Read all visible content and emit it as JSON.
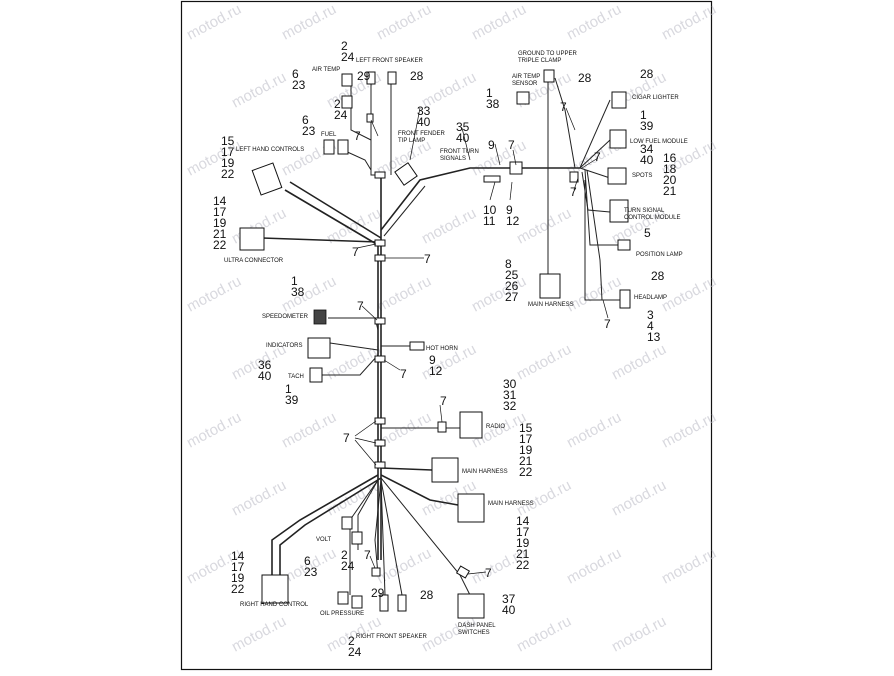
{
  "watermark": "motod.ru",
  "components": {
    "left_front_speaker": "LEFT FRONT SPEAKER",
    "air_temp_left": "AIR TEMP",
    "fuel": "FUEL",
    "left_hand_controls": "LEFT HAND CONTROLS",
    "front_fender_tip_lamp": "FRONT FENDER TIP LAMP",
    "front_turn_signals": "FRONT TURN SIGNALS",
    "ground_upper_clamp": "GROUND TO UPPER TRIPLE CLAMP",
    "air_temp_sensor": "AIR TEMP SENSOR",
    "cigar_lighter": "CIGAR LIGHTER",
    "low_fuel_module": "LOW FUEL MODULE",
    "spots": "SPOTS",
    "turn_signal_control_module": "TURN SIGNAL CONTROL MODULE",
    "position_lamp": "POSITION LAMP",
    "headlamp": "HEADLAMP",
    "main_harness_top": "MAIN HARNESS",
    "ultra_connector": "ULTRA CONNECTOR",
    "speedometer": "SPEEDOMETER",
    "indicators": "INDICATORS",
    "tach": "TACH",
    "hot_horn": "HOT HORN",
    "radio": "RADIO",
    "main_harness_mid": "MAIN HARNESS",
    "main_harness_low": "MAIN HARNESS",
    "volt": "VOLT",
    "oil_pressure": "OIL PRESSURE",
    "right_hand_control": "RIGHT HAND CONTROL",
    "right_front_speaker": "RIGHT FRONT SPEAKER",
    "dash_panel_switches": "DASH PANEL SWITCHES"
  },
  "callouts": {
    "c_2_24_top": [
      "2",
      "24"
    ],
    "c_29_top": [
      "29"
    ],
    "c_28_top": [
      "28"
    ],
    "c_6_23_top": [
      "6",
      "23"
    ],
    "c_2_24_mid": [
      "2",
      "24"
    ],
    "c_7_a": [
      "7"
    ],
    "c_6_23_fuel": [
      "6",
      "23"
    ],
    "c_33_40": [
      "33",
      "40"
    ],
    "c_35_40": [
      "35",
      "40"
    ],
    "c_15_22_lhc": [
      "15",
      "17",
      "19",
      "22"
    ],
    "c_9_a": [
      "9"
    ],
    "c_7_b": [
      "7"
    ],
    "c_1_38_air": [
      "1",
      "38"
    ],
    "c_28_air": [
      "28"
    ],
    "c_7_c": [
      "7"
    ],
    "c_28_cigar": [
      "28"
    ],
    "c_1_39_cigar": [
      "1",
      "39"
    ],
    "c_7_d": [
      "7"
    ],
    "c_34_40": [
      "34",
      "40"
    ],
    "c_16_21": [
      "16",
      "18",
      "20",
      "21"
    ],
    "c_7_e": [
      "7"
    ],
    "c_10_11": [
      "10",
      "11"
    ],
    "c_9_12_top": [
      "9",
      "12"
    ],
    "c_5": [
      "5"
    ],
    "c_28_pos": [
      "28"
    ],
    "c_8_27": [
      "8",
      "25",
      "26",
      "27"
    ],
    "c_7_f": [
      "7"
    ],
    "c_3_13": [
      "3",
      "4",
      "13"
    ],
    "c_14_22_ultra": [
      "14",
      "17",
      "19",
      "21",
      "22"
    ],
    "c_7_g": [
      "7"
    ],
    "c_7_h": [
      "7"
    ],
    "c_1_38_speedo": [
      "1",
      "38"
    ],
    "c_7_i": [
      "7"
    ],
    "c_36_40": [
      "36",
      "40"
    ],
    "c_1_39_tach": [
      "1",
      "39"
    ],
    "c_9_12_horn": [
      "9",
      "12"
    ],
    "c_7_j": [
      "7"
    ],
    "c_30_32": [
      "30",
      "31",
      "32"
    ],
    "c_7_k": [
      "7"
    ],
    "c_7_l": [
      "7"
    ],
    "c_15_22_mid": [
      "15",
      "17",
      "19",
      "21",
      "22"
    ],
    "c_14_22_low": [
      "14",
      "17",
      "19",
      "21",
      "22"
    ],
    "c_6_23_low": [
      "6",
      "23"
    ],
    "c_2_24_volt": [
      "2",
      "24"
    ],
    "c_7_m": [
      "7"
    ],
    "c_7_n": [
      "7"
    ],
    "c_14_22_rhc": [
      "14",
      "17",
      "19",
      "22"
    ],
    "c_29_low": [
      "29"
    ],
    "c_28_low": [
      "28"
    ],
    "c_37_40": [
      "37",
      "40"
    ],
    "c_2_24_bottom": [
      "2",
      "24"
    ]
  }
}
